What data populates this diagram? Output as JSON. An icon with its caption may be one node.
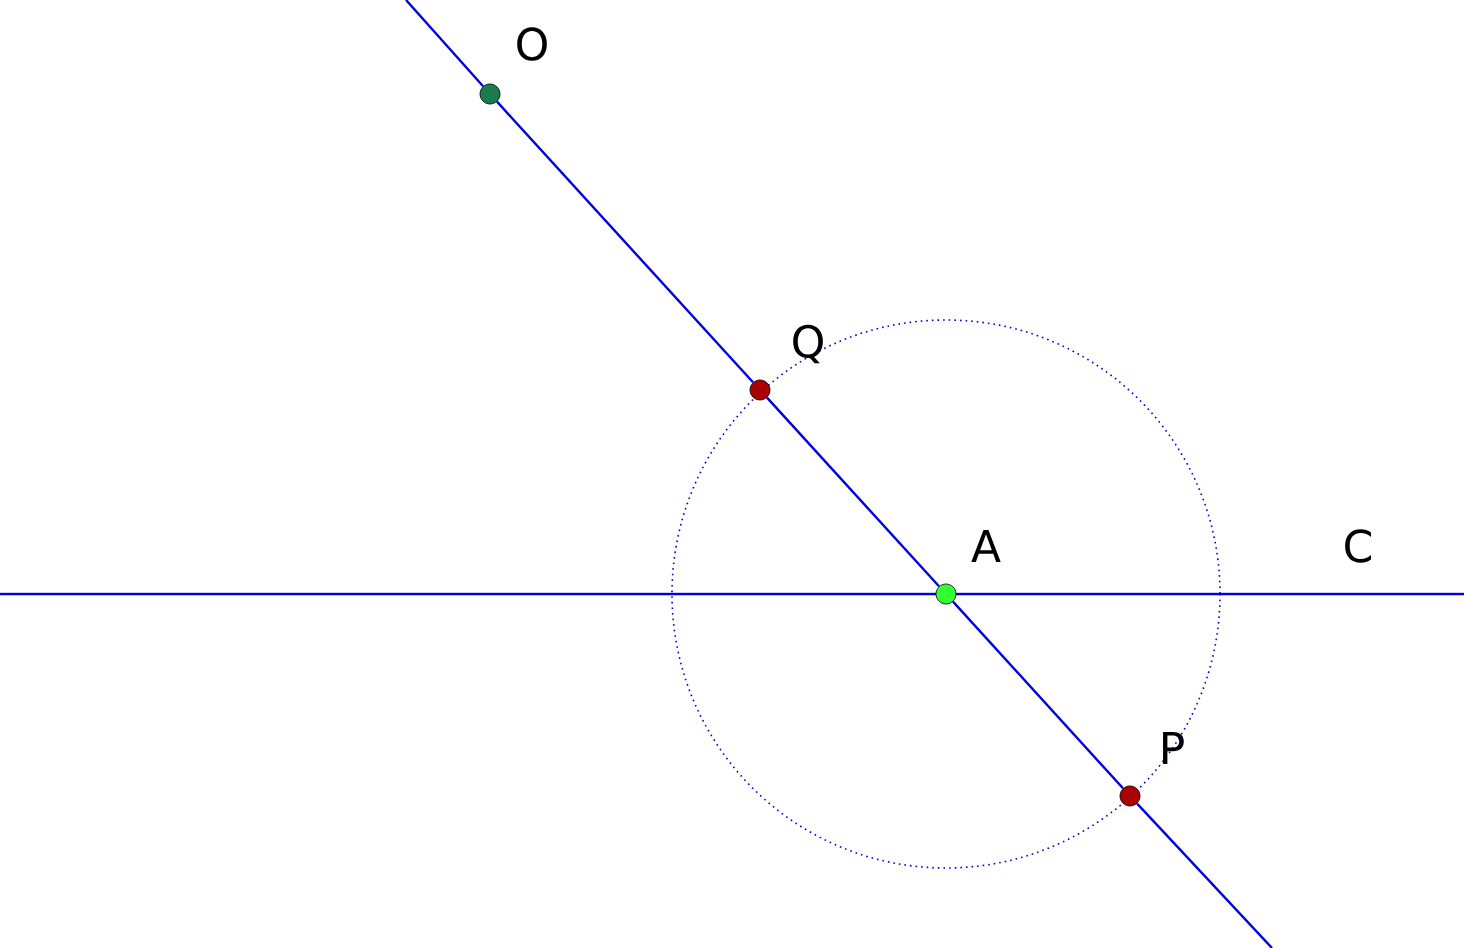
{
  "diagram": {
    "nodes": [
      {
        "text": [],
        "shape": "circle",
        "beside": [
          "O"
        ]
      },
      {
        "text": [],
        "shape": "circle",
        "beside": [
          "Q"
        ]
      },
      {
        "text": [],
        "shape": "circle",
        "beside": [
          "A"
        ]
      },
      {
        "text": [],
        "shape": "circle",
        "beside": [
          "P"
        ]
      }
    ],
    "edges": [
      {
        "from": 0,
        "to": 1,
        "arrow": "none"
      },
      {
        "from": 1,
        "to": 2,
        "arrow": "none"
      },
      {
        "from": 2,
        "to": 3,
        "arrow": "none"
      }
    ],
    "labels": [
      "C"
    ]
  }
}
